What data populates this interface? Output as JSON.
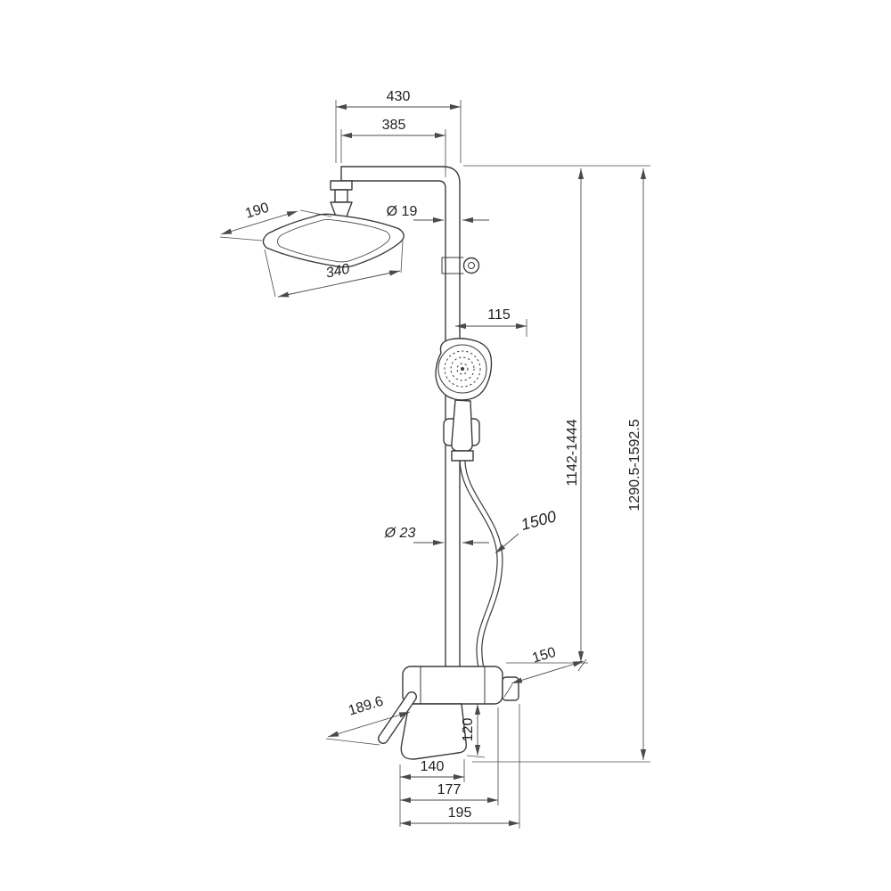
{
  "colors": {
    "line": "#3b3b3b",
    "dimension_line": "#4a4a4a",
    "text": "#222222",
    "background": "#ffffff"
  },
  "drawing": {
    "labels": {
      "top_width": "430",
      "arm_reach": "385",
      "head_depth": "190",
      "head_width": "340",
      "pipe_diameter_top": "Ø 19",
      "handset_offset": "115",
      "riser_height_range": "1142-1444",
      "overall_height_range": "1290.5-1592.5",
      "pipe_diameter_column": "Ø 23",
      "hose_length": "1500",
      "mixer_depth": "150",
      "mixer_width": "189.6",
      "spout_drop": "120",
      "spout_length": "140",
      "spout_reach": "177",
      "base_width": "195"
    }
  }
}
